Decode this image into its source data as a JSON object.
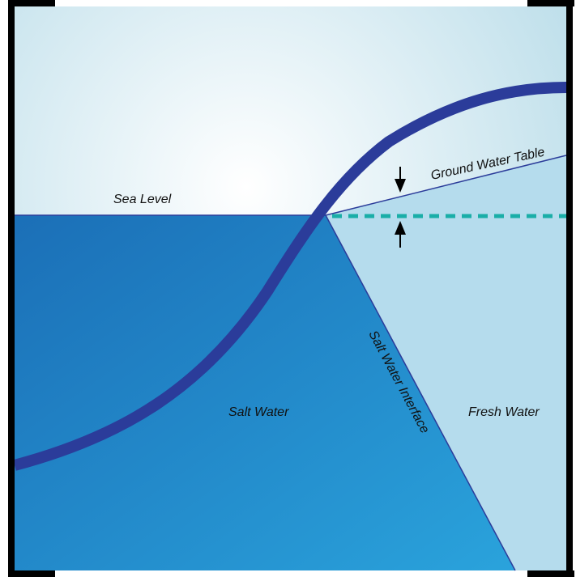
{
  "labels": {
    "sea_level": "Sea Level",
    "ground_water_table": "Ground Water Table",
    "salt_water": "Salt Water",
    "fresh_water": "Fresh Water",
    "salt_water_interface": "Salt Water Interface"
  },
  "colors": {
    "sky_light": "#ffffff",
    "sky_dark": "#b6dbe8",
    "salt_water_dark": "#1b6fb7",
    "salt_water_light": "#2a9fd9",
    "fresh_water": "#b5dced",
    "land_profile": "#2b3c9a",
    "dashed_line": "#1aaea8",
    "frame": "#000000",
    "line": "#2b3c9a",
    "text": "#111111"
  }
}
